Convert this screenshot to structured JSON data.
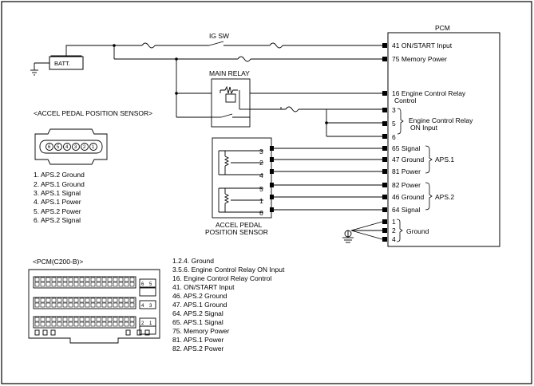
{
  "pcm": {
    "title": "PCM",
    "pins": [
      {
        "num": "41",
        "label": "ON/START Input"
      },
      {
        "num": "75",
        "label": "Memory Power"
      },
      {
        "num": "16",
        "label": "Engine Control Relay"
      },
      {
        "num": "3",
        "label": ""
      },
      {
        "num": "5",
        "label": ""
      },
      {
        "num": "6",
        "label": ""
      },
      {
        "num": "65",
        "label": "Signal"
      },
      {
        "num": "47",
        "label": "Ground"
      },
      {
        "num": "81",
        "label": "Power"
      },
      {
        "num": "82",
        "label": "Power"
      },
      {
        "num": "46",
        "label": "Ground"
      },
      {
        "num": "64",
        "label": "Signal"
      },
      {
        "num": "1",
        "label": ""
      },
      {
        "num": "2",
        "label": ""
      },
      {
        "num": "4",
        "label": ""
      }
    ],
    "relay_pin_line2": "Control",
    "relay_on_line1": "Engine Control Relay",
    "relay_on_line2": "ON Input",
    "aps1_group": "APS.1",
    "aps2_group": "APS.2",
    "ground_group": "Ground"
  },
  "batt": "BATT.",
  "ig_sw": "IG SW",
  "main_relay": "MAIN RELAY",
  "sensor": {
    "pins": [
      "3",
      "2",
      "4",
      "5",
      "1",
      "6"
    ],
    "label_line1": "ACCEL PEDAL",
    "label_line2": "POSITION SENSOR"
  },
  "accel_connector": {
    "title": "<ACCEL PEDAL POSITION SENSOR>",
    "pins": [
      "6",
      "5",
      "4",
      "3",
      "2",
      "1"
    ],
    "legend": [
      "1. APS.2 Ground",
      "2. APS.1 Ground",
      "3. APS.1 Signal",
      "4. APS.1 Power",
      "5. APS.2 Power",
      "6. APS.2 Signal"
    ]
  },
  "pcm_connector": {
    "title": "<PCM(C200-B)>",
    "side_pins": [
      "6",
      "5",
      "4",
      "3",
      "2",
      "1"
    ],
    "legend": [
      "1.2.4. Ground",
      "3.5.6. Engine Control Relay ON Input",
      "16. Engine Control Relay Control",
      "41. ON/START Input",
      "46. APS.2 Ground",
      "47. APS.1 Ground",
      "64. APS.2 Signal",
      "65. APS.1 Signal",
      "75. Memory Power",
      "81. APS.1 Power",
      "82. APS.2 Power"
    ]
  }
}
